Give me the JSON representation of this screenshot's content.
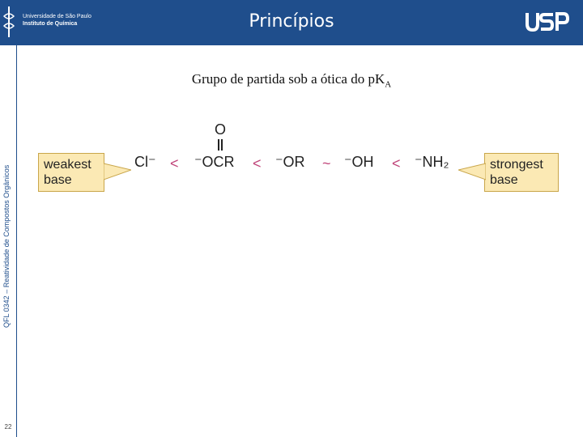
{
  "header": {
    "title": "Princípios",
    "logo_left_line1": "Universidade de São Paulo",
    "logo_left_line2": "Instituto de Química",
    "logo_right": "USP",
    "bar_color": "#1f4e8c"
  },
  "sidebar": {
    "course_label": "QFL 0342 – Reatividade de Compostos Orgânicos",
    "page_number": "22"
  },
  "content": {
    "subtitle_main": "Grupo de partida sob a ótica do pK",
    "subtitle_sub": "A",
    "left_callout": "weakest base",
    "right_callout": "strongest base",
    "series": [
      {
        "label": "Cl⁻"
      },
      {
        "label": "<"
      },
      {
        "label": "⁻OCR"
      },
      {
        "label": "<"
      },
      {
        "label": "⁻OR"
      },
      {
        "label": "~"
      },
      {
        "label": "⁻OH"
      },
      {
        "label": "<"
      },
      {
        "label": "⁻NH₂"
      }
    ],
    "carbonyl_o": "O",
    "callout_color": "#fbe9b4",
    "comparison_color": "#c0457a"
  }
}
